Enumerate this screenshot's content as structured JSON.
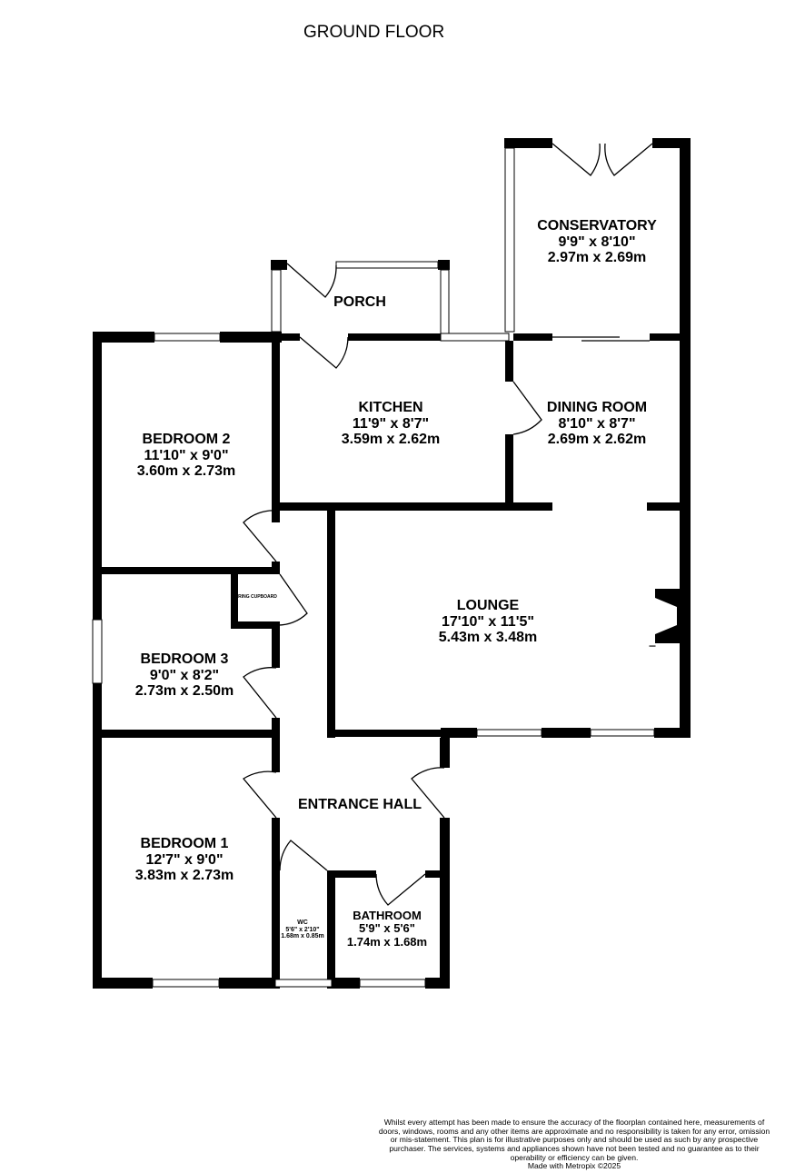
{
  "title": "GROUND FLOOR",
  "rooms": {
    "conservatory": {
      "name": "CONSERVATORY",
      "imperial": "9'9\"  x 8'10\"",
      "metric": "2.97m  x 2.69m"
    },
    "porch": {
      "name": "PORCH"
    },
    "kitchen": {
      "name": "KITCHEN",
      "imperial": "11'9\"  x 8'7\"",
      "metric": "3.59m  x 2.62m"
    },
    "dining": {
      "name": "DINING ROOM",
      "imperial": "8'10\"  x 8'7\"",
      "metric": "2.69m  x 2.62m"
    },
    "bedroom2": {
      "name": "BEDROOM 2",
      "imperial": "11'10\"  x 9'0\"",
      "metric": "3.60m  x 2.73m"
    },
    "lounge": {
      "name": "LOUNGE",
      "imperial": "17'10\"  x 11'5\"",
      "metric": "5.43m  x 3.48m"
    },
    "airing": {
      "name": "AIRING CUPBOARD"
    },
    "bedroom3": {
      "name": "BEDROOM 3",
      "imperial": "9'0\"  x 8'2\"",
      "metric": "2.73m  x 2.50m"
    },
    "hall": {
      "name": "ENTRANCE HALL"
    },
    "bedroom1": {
      "name": "BEDROOM 1",
      "imperial": "12'7\"  x 9'0\"",
      "metric": "3.83m  x 2.73m"
    },
    "wc": {
      "name": "WC",
      "imperial": "5'6\"  x 2'10\"",
      "metric": "1.68m  x 0.85m"
    },
    "bathroom": {
      "name": "BATHROOM",
      "imperial": "5'9\"  x 5'6\"",
      "metric": "1.74m  x 1.68m"
    }
  },
  "disclaimer": "Whilst every attempt has been made to ensure the accuracy of the floorplan contained here, measurements of doors, windows, rooms and any other items are approximate and no responsibility is taken for any error, omission or mis-statement. This plan is for illustrative purposes only and should be used as such by any prospective purchaser. The services, systems and appliances shown have not been tested and no guarantee as to their operability or efficiency can be given.",
  "credit": "Made with Metropix ©2025"
}
